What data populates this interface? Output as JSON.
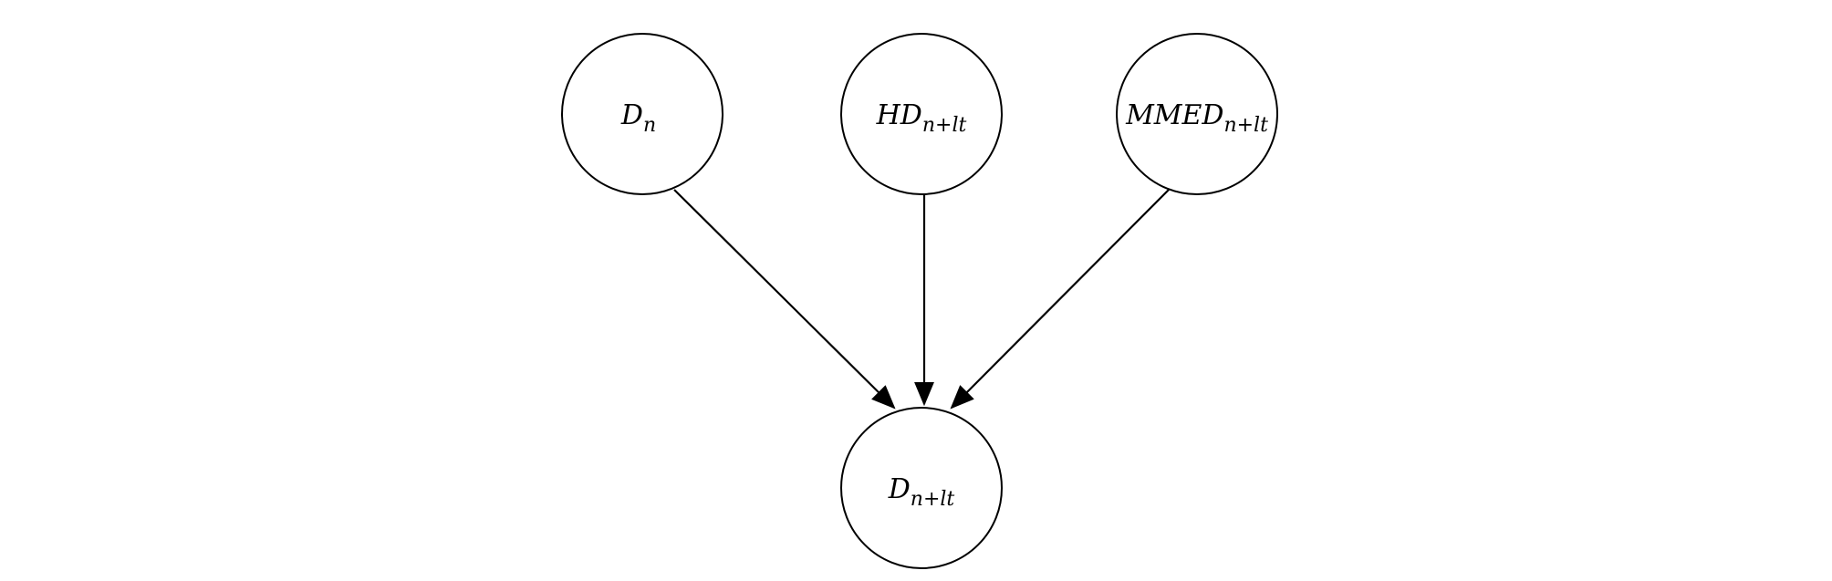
{
  "diagram": {
    "type": "directed-graph",
    "nodes": [
      {
        "id": "dn",
        "label_main": "D",
        "label_sub": "n"
      },
      {
        "id": "hd",
        "label_main": "HD",
        "label_sub": "n+lt"
      },
      {
        "id": "mmed",
        "label_main": "MMED",
        "label_sub": "n+lt"
      },
      {
        "id": "target",
        "label_main": "D",
        "label_sub": "n+lt"
      }
    ],
    "edges": [
      {
        "from": "dn",
        "to": "target"
      },
      {
        "from": "hd",
        "to": "target"
      },
      {
        "from": "mmed",
        "to": "target"
      }
    ],
    "colors": {
      "stroke": "#000000",
      "fill": "#ffffff"
    }
  }
}
